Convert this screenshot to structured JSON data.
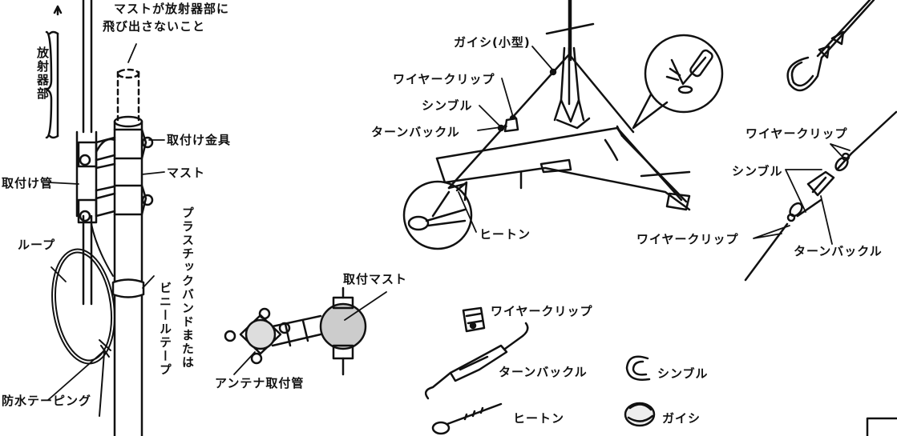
{
  "left_figure": {
    "radiator": "放射器部",
    "note_line1": "マストが放射器部に",
    "note_line2": "飛び出さないこと",
    "bracket": "取付け金具",
    "mast": "マスト",
    "mounting_pipe": "取付け管",
    "loop": "ループ",
    "band_a": "プラスチックバンドまたは",
    "band_b": "ビニールテープ",
    "waterproof": "防水テーピング"
  },
  "mount_detail": {
    "mount_mast": "取付マスト",
    "antenna_pipe": "アンテナ取付管"
  },
  "roof_figure": {
    "insulator_small": "ガイシ(小型)",
    "wire_clip": "ワイヤークリップ",
    "thimble": "シンブル",
    "turnbuckle": "ターンバックル",
    "eyebolt": "ヒートン"
  },
  "right_figure": {
    "wire_clip_top": "ワイヤークリップ",
    "thimble": "シンブル",
    "wire_clip_bottom": "ワイヤークリップ",
    "turnbuckle": "ターンバックル"
  },
  "parts": {
    "wire_clip": "ワイヤークリップ",
    "turnbuckle": "ターンバックル",
    "thimble": "シンブル",
    "eyebolt": "ヒートン",
    "insulator": "ガイシ"
  }
}
